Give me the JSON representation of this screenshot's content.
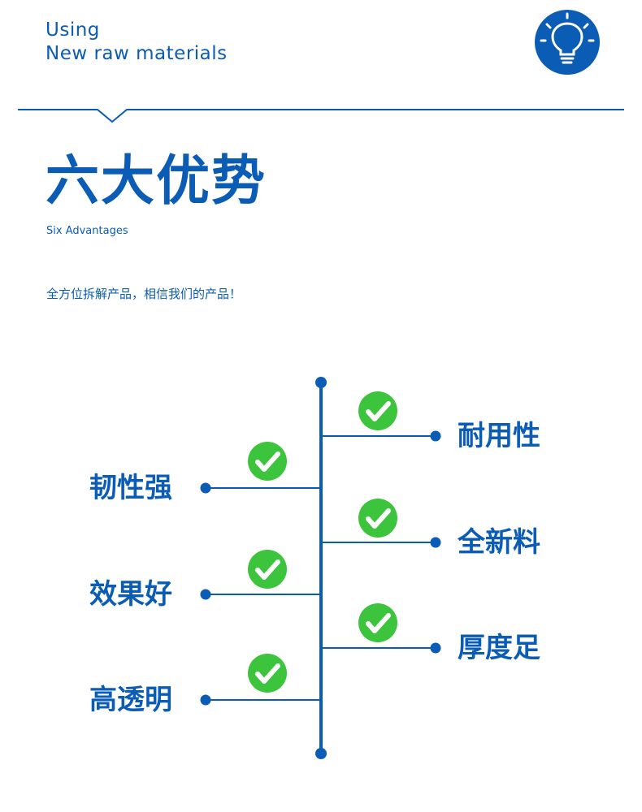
{
  "header": {
    "line1": "Using",
    "line2": "New raw materials",
    "icon": "lightbulb-icon",
    "accent_color": "#0b5cb5",
    "check_color": "#3cc43c"
  },
  "title": {
    "cn": "六大优势",
    "en": "Six Advantages"
  },
  "tagline": "全方位拆解产品，相信我们的产品！",
  "features": {
    "left": [
      "韧性强",
      "效果好",
      "高透明"
    ],
    "right": [
      "耐用性",
      "全新料",
      "厚度足"
    ],
    "check_icon": "check-circle-icon"
  }
}
